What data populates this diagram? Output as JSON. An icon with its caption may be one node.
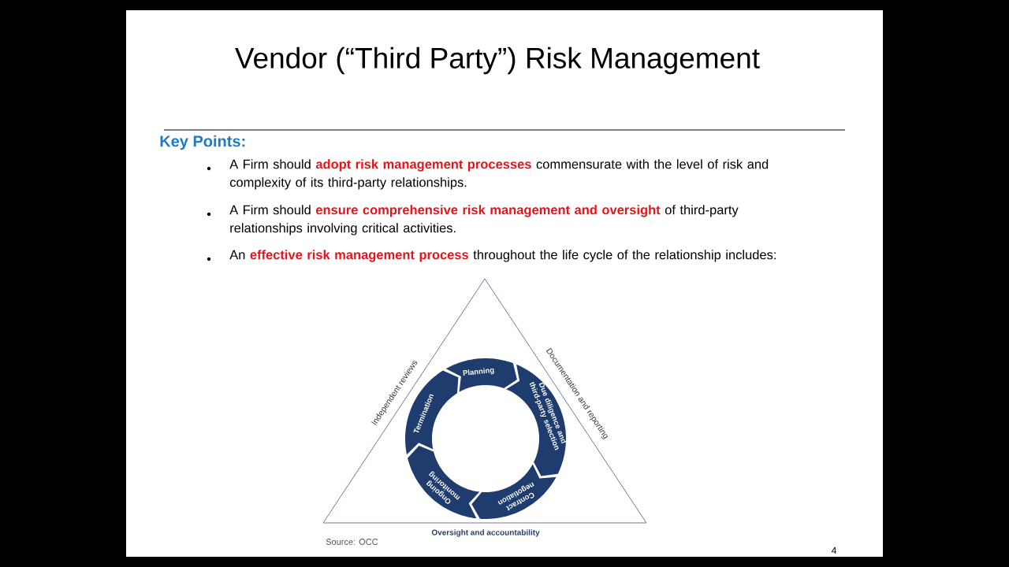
{
  "diagram": {
    "title": "Vendor (“Third Party”) Risk Management",
    "nodes": [
      {
        "text": [
          "Independent reviews",
          "Documentation and reporting",
          "Oversight and accountability"
        ]
      },
      {
        "text": [
          "Planning"
        ],
        "in": 0
      },
      {
        "text": [
          "Due diligence and third-party selection"
        ],
        "in": 0
      },
      {
        "text": [
          "Contract negotiation"
        ],
        "in": 0
      },
      {
        "text": [
          "Ongoing monitoring"
        ],
        "in": 0
      },
      {
        "text": [
          "Termination"
        ],
        "in": 0
      }
    ],
    "labels": [
      "Key Points:",
      "A Firm should **adopt risk management processes** commensurate with the level of risk and complexity of its third-party relationships.",
      "A Firm should **ensure comprehensive risk management and oversight** of third-party relationships involving critical activities.",
      "An **effective risk management process** throughout the life cycle of the relationship includes:",
      "Source: OCC",
      "4"
    ]
  }
}
